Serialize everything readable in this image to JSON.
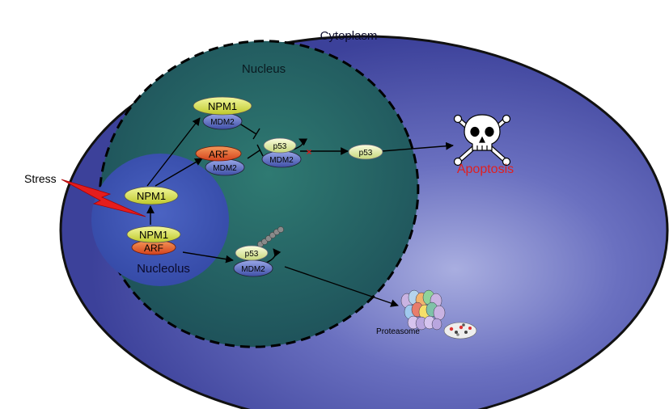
{
  "labels": {
    "cytoplasm": "Cytoplasm",
    "nucleus": "Nucleus",
    "nucleolus": "Nucleolus",
    "stress": "Stress",
    "apoptosis": "Apoptosis",
    "proteasome": "Proteasome"
  },
  "proteins": {
    "npm1": "NPM1",
    "mdm2": "MDM2",
    "arf": "ARF",
    "p53": "p53"
  },
  "colors": {
    "cytoplasm": "#4a4fa8",
    "nucleus": "#1d5a5a",
    "nucleolus": "#3a55b0",
    "npm1": "#d8e24a",
    "mdm2": "#5a6cc0",
    "arf": "#e2552a",
    "p53": "#e6f0a0",
    "stress": "#e02020",
    "apoptosis": "#e02020"
  },
  "icons": {
    "death": "skull-crossbones-icon",
    "stress": "lightning-bolt-icon",
    "proteasome": "proteasome-icon"
  }
}
